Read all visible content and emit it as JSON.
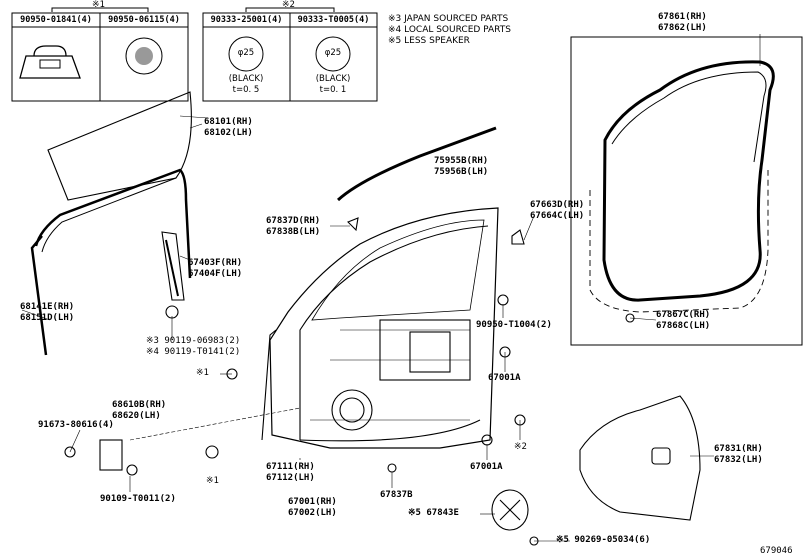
{
  "mark1": "※1",
  "mark2": "※2",
  "legend": [
    "※3 JAPAN SOURCED PARTS",
    "※4 LOCAL SOURCED PARTS",
    "※5 LESS SPEAKER"
  ],
  "box1": {
    "cell_a": "90950-01841(4)",
    "cell_b": "90950-06115(4)"
  },
  "box2": {
    "cell_a": "90333-25001(4)",
    "cell_b": "90333-T0005(4)",
    "dia_a": "φ25",
    "dia_b": "φ25",
    "color_a": "(BLACK)",
    "color_b": "(BLACK)",
    "thick_a": "t=0. 5",
    "thick_b": "t=0. 1"
  },
  "parts": {
    "p68101": "68101(RH)\n68102(LH)",
    "p75955": "75955B(RH)\n75956B(LH)",
    "p67837d": "67837D(RH)\n67838B(LH)",
    "p67663": "67663D(RH)\n67664C(LH)",
    "p67403": "67403F(RH)\n67404F(LH)",
    "p68141": "68141E(RH)\n68151D(LH)",
    "p90119": "※3 90119-06983(2)\n※4 90119-T0141(2)",
    "p90950t": "90950-T1004(2)",
    "m1_left": "※1",
    "p67001a_top": "67001A",
    "p68610": "68610B(RH)\n68620(LH)",
    "p91673": "91673-80616(4)",
    "m2_right": "※2",
    "p67111": "67111(RH)\n67112(LH)",
    "p67001a_bot": "67001A",
    "m1_bot": "※1",
    "p67837b": "67837B",
    "p90109": "90109-T0011(2)",
    "p67001": "67001(RH)\n67002(LH)",
    "p67843e": "※5 67843E",
    "p90269": "※5 90269-05034(6)",
    "p67861": "67861(RH)\n67862(LH)",
    "p67867": "67867C(RH)\n67868C(LH)",
    "p67831": "67831(RH)\n67832(LH)"
  },
  "diagram_id": "679046"
}
